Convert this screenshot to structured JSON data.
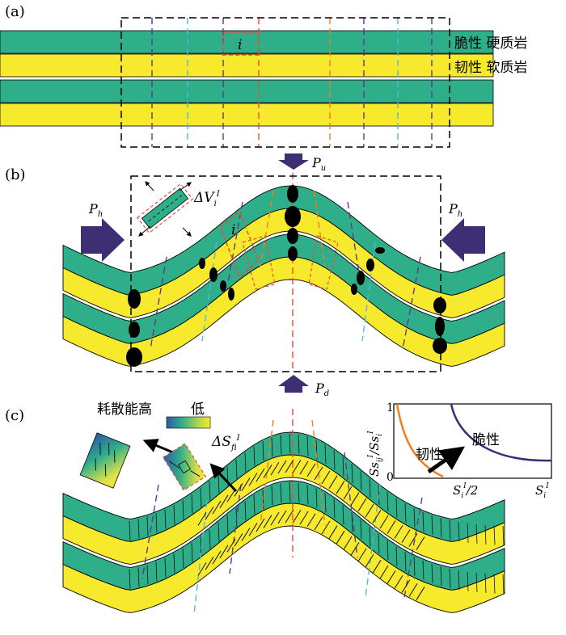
{
  "panels": {
    "a": {
      "label": "(a)"
    },
    "b": {
      "label": "(b)"
    },
    "c": {
      "label": "(c)"
    }
  },
  "legend_a": {
    "brittle": "脆性 硬质岩",
    "ductile": "韧性 软质岩"
  },
  "symbols": {
    "element": "i",
    "pressure_up": "P",
    "pressure_up_sub": "u",
    "pressure_down": "P",
    "pressure_down_sub": "d",
    "pressure_h": "P",
    "pressure_h_sub": "h",
    "delta_v": "ΔV",
    "delta_v_sup": "I",
    "delta_v_sub": "i",
    "delta_s": "ΔS",
    "delta_s_sup": "I",
    "delta_s_sub": "fi"
  },
  "energy_scale": {
    "high": "耗散能高",
    "low": "低"
  },
  "inset": {
    "y_label": "Ss",
    "y_label_sub1": "ij",
    "y_label_sup1": "I",
    "y_label_mid": "/Ss",
    "y_label_sub2": "i",
    "y_label_sup2": "I",
    "y_tick_top": "1",
    "y_tick_bottom": "0",
    "x_tick_mid": "S",
    "x_tick_mid_sub": "i",
    "x_tick_mid_sup": "I",
    "x_tick_mid_tail": "/2",
    "x_tick_end": "S",
    "x_tick_end_sub": "i",
    "x_tick_end_sup": "I",
    "ductile_label": "韧性",
    "brittle_label": "脆性"
  },
  "colors": {
    "green": "#2fae8a",
    "yellow": "#f7ea2c",
    "purple": "#5b3a8e",
    "cyan": "#5bb3d8",
    "orange": "#f07f1e",
    "red": "#e84d3a",
    "arrow": "#3e2f75",
    "curve_ductile": "#f07f1e",
    "curve_brittle": "#3f2a78"
  }
}
